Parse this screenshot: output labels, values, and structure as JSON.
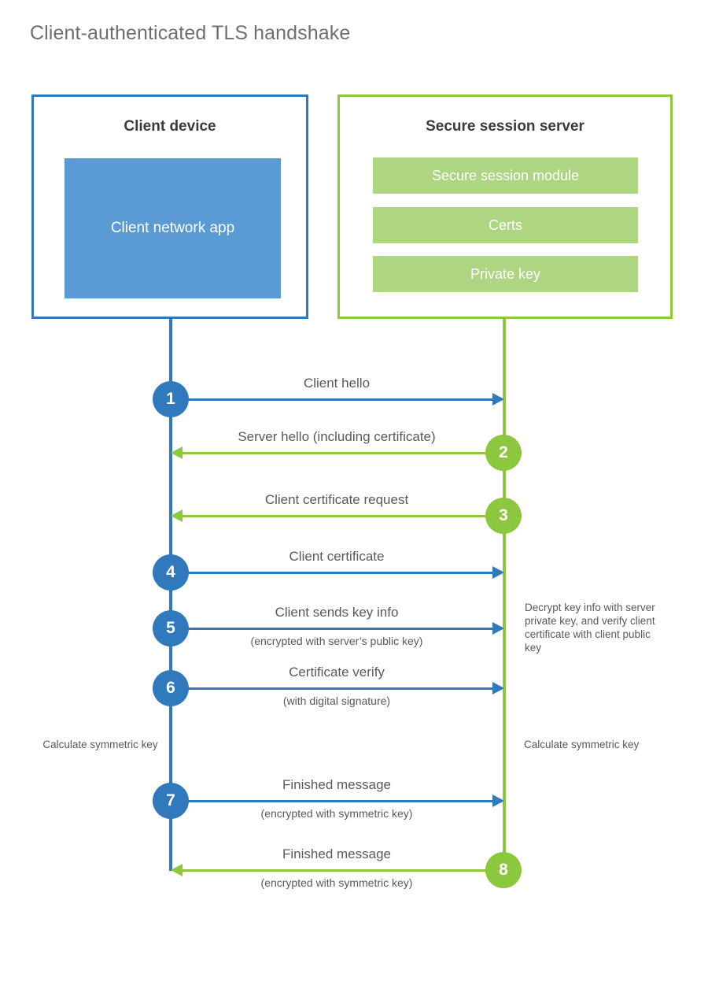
{
  "title": "Client-authenticated TLS handshake",
  "colors": {
    "client_blue": "#3179bd",
    "client_app_fill": "#5b9bd5",
    "server_green": "#8dc63f",
    "server_module_fill": "#aed581",
    "title_text": "#6d6e70",
    "body_text": "#58595b",
    "heading_text": "#3b3b3b",
    "background": "#ffffff"
  },
  "client": {
    "title": "Client device",
    "app_label": "Client network app"
  },
  "server": {
    "title": "Secure session server",
    "modules": [
      {
        "label": "Secure session module"
      },
      {
        "label": "Certs"
      },
      {
        "label": "Private key"
      }
    ]
  },
  "steps": [
    {
      "number": "1",
      "label": "Client hello",
      "sublabel": "",
      "direction": "client-to-server",
      "color": "#3179bd"
    },
    {
      "number": "2",
      "label": "Server hello (including certificate)",
      "sublabel": "",
      "direction": "server-to-client",
      "color": "#8dc63f"
    },
    {
      "number": "3",
      "label": "Client certificate request",
      "sublabel": "",
      "direction": "server-to-client",
      "color": "#8dc63f"
    },
    {
      "number": "4",
      "label": "Client certificate",
      "sublabel": "",
      "direction": "client-to-server",
      "color": "#3179bd"
    },
    {
      "number": "5",
      "label": "Client sends key info",
      "sublabel": "(encrypted with server’s public key)",
      "direction": "client-to-server",
      "color": "#3179bd"
    },
    {
      "number": "6",
      "label": "Certificate verify",
      "sublabel": "(with digital signature)",
      "direction": "client-to-server",
      "color": "#3179bd"
    },
    {
      "number": "7",
      "label": "Finished message",
      "sublabel": "(encrypted with symmetric key)",
      "direction": "client-to-server",
      "color": "#3179bd"
    },
    {
      "number": "8",
      "label": "Finished message",
      "sublabel": "(encrypted with symmetric key)",
      "direction": "server-to-client",
      "color": "#8dc63f"
    }
  ],
  "notes": {
    "server_decrypt": "Decrypt key info with server private key, and verify client certificate with client public key",
    "calculate_symmetric_key_client": "Calculate symmetric key",
    "calculate_symmetric_key_server": "Calculate symmetric key"
  }
}
